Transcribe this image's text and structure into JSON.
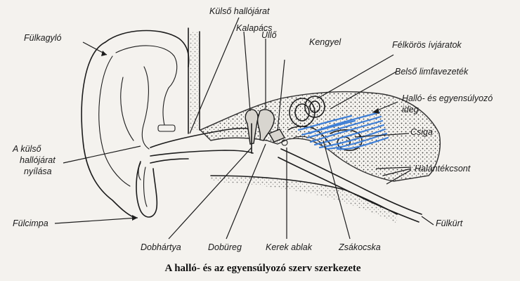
{
  "title": "A halló- és az egyensúlyozó szerv szerkezete",
  "labels": {
    "fulkagylo": "Fülkagyló",
    "kulso_hallojarat": "Külső hallójárat",
    "kalapacs": "Kalapács",
    "ullo": "Üllő",
    "kengyel": "Kengyel",
    "felkoros_ivjaratok": "Félkörös ívjáratok",
    "belso_limfavezetek": "Belső limfavezeték",
    "hallo_ideg_1": "Halló- és egyensúlyozó",
    "hallo_ideg_2": "ideg",
    "csiga": "Csiga",
    "nyilas_1": "A   külső",
    "nyilas_2": "hallójárat",
    "nyilas_3": "nyílása",
    "halantekcsont": "Halántékcsont",
    "fulcimpa": "Fülcimpa",
    "fulkurt": "Fülkürt",
    "dobhartya": "Dobhártya",
    "dobureg": "Dobüreg",
    "kerek_ablak": "Kerek ablak",
    "zsakocska": "Zsákocska"
  },
  "colors": {
    "ink": "#1c1c1c",
    "nerve": "#3f7fd6",
    "bone": "#d8d5cf",
    "paper": "#f4f2ee"
  }
}
